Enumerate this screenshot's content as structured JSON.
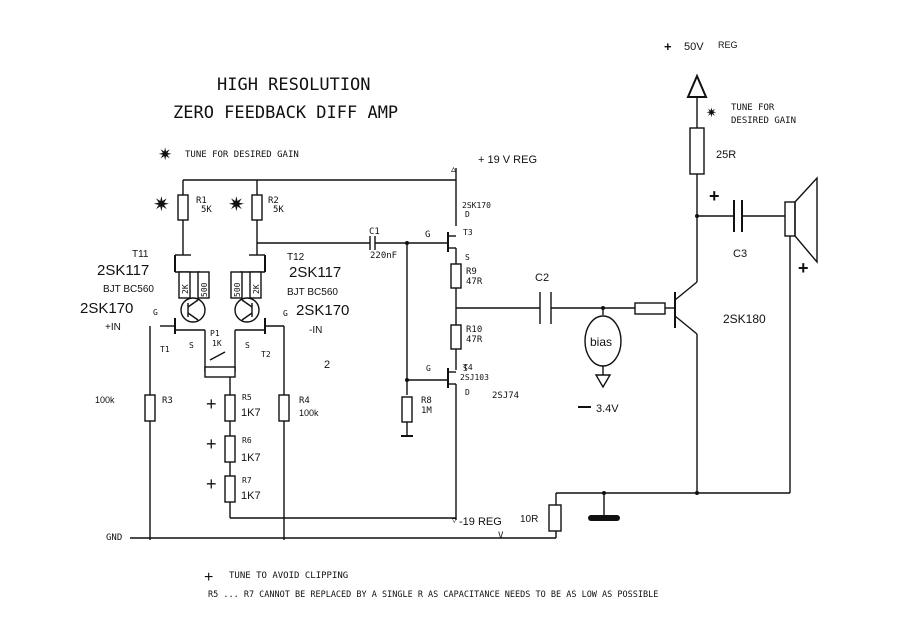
{
  "title_line1": "HIGH RESOLUTION",
  "title_line2": "ZERO FEEDBACK DIFF AMP",
  "star_note": "TUNE FOR DESIRED GAIN",
  "star_note_right_line1": "TUNE FOR",
  "star_note_right_line2": "DESIRED GAIN",
  "supply_top_left": "+ 19  V REG",
  "supply_top_right": "50V",
  "supply_top_right_plus": "+",
  "supply_top_right_reg": "REG",
  "supply_neg": "-19 REG",
  "gnd": "GND",
  "v_label": "V",
  "r1": "R1",
  "r1_val": "5K",
  "r2": "R2",
  "r2_val": "5K",
  "t11": "T11",
  "t11_part": "2SK117",
  "t11_bjt": "BJT BC560",
  "t11_part2": "2SK170",
  "t12": "T12",
  "t12_part": "2SK117",
  "t12_bjt": "BJT BC560",
  "t12_part2": "2SK170",
  "in_pos": "+IN",
  "in_neg": "-IN",
  "t1": "T1",
  "t2": "T2",
  "g": "G",
  "s": "S",
  "d": "D",
  "pot_2k": "2K",
  "pot_500": "500",
  "p1": "P1",
  "p1_val": "1K",
  "r3": "R3",
  "r3_val": "100k",
  "r4": "R4",
  "r4_val": "100k",
  "r5": "R5",
  "r5_val": "1K7",
  "r6": "R6",
  "r6_val": "1K7",
  "r7": "R7",
  "r7_val": "1K7",
  "c1": "C1",
  "c1_val": "220nF",
  "t3_part": "2SK170",
  "t3": "T3",
  "r9": "R9",
  "r9_val": "47R",
  "r10": "R10",
  "r10_val": "47R",
  "t4": "T4",
  "t4_part": "2SJ103",
  "t4_part2": "2SJ74",
  "r8": "R8",
  "r8_val": "1M",
  "num_2": "2",
  "c2": "C2",
  "bias": "bias",
  "neg_bias": "3.4V",
  "r_25": "25R",
  "c3": "C3",
  "c3_plus": "+",
  "spk_plus": "+",
  "transistor_out": "2SK180",
  "r_10": "10R",
  "note_plus": "TUNE TO AVOID CLIPPING",
  "note_r": "R5 ... R7 CANNOT BE REPLACED BY A SINGLE R AS CAPACITANCE NEEDS TO BE AS LOW AS POSSIBLE"
}
